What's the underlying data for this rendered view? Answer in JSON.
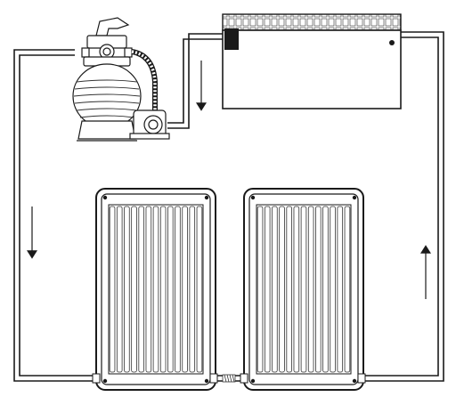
{
  "diagram": {
    "components": {
      "filter_pump": "sand-filter-with-pump",
      "pool": "above-ground-pool",
      "panels": [
        "solar-collector-panel-1",
        "solar-collector-panel-2"
      ]
    },
    "flow_arrows": [
      {
        "id": "down-left-pipe",
        "direction": "down"
      },
      {
        "id": "down-from-pool",
        "direction": "down"
      },
      {
        "id": "up-right-pipe",
        "direction": "up"
      }
    ],
    "colors": {
      "line": "#1a1a1a",
      "fill": "#ffffff",
      "shade": "#555555"
    }
  }
}
